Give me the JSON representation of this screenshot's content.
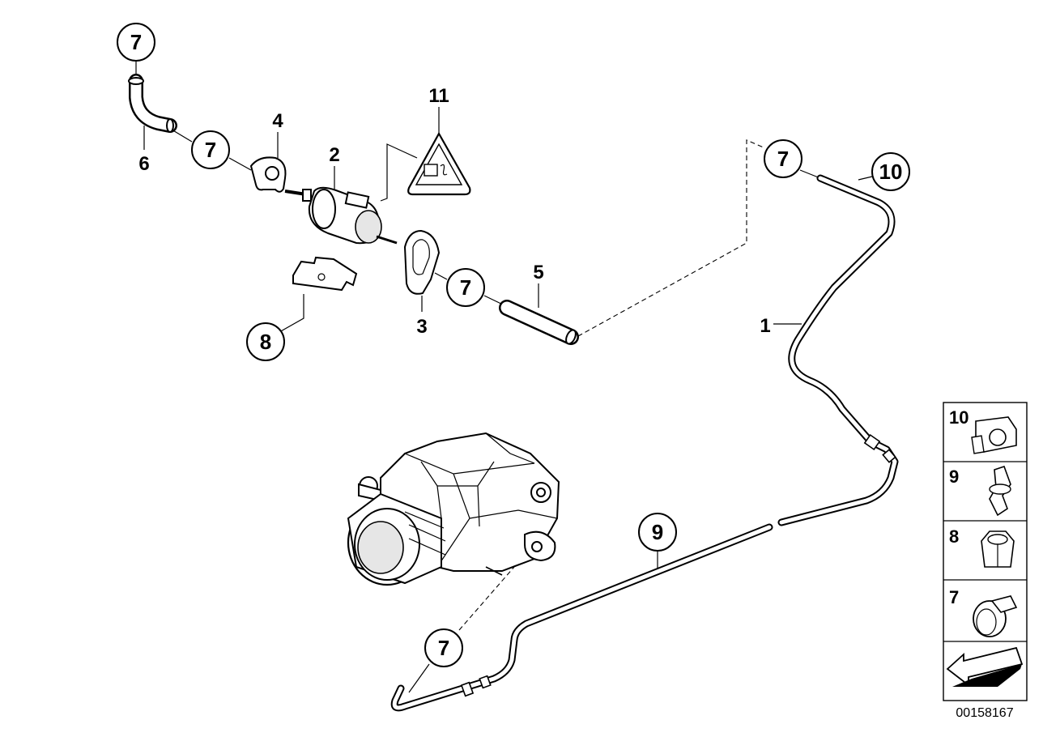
{
  "diagram": {
    "callouts": [
      {
        "id": "c7a",
        "label": "7"
      },
      {
        "id": "c7b",
        "label": "7"
      },
      {
        "id": "c7c",
        "label": "7"
      },
      {
        "id": "c7d",
        "label": "7"
      },
      {
        "id": "c7e",
        "label": "7"
      },
      {
        "id": "c8",
        "label": "8"
      },
      {
        "id": "c9",
        "label": "9"
      },
      {
        "id": "c10",
        "label": "10"
      }
    ],
    "labels": {
      "l1": "1",
      "l2": "2",
      "l3": "3",
      "l4": "4",
      "l5": "5",
      "l6": "6",
      "l11": "11"
    },
    "legend": [
      {
        "label": "10",
        "icon": "clip-holder-icon"
      },
      {
        "label": "9",
        "icon": "hose-clip-icon"
      },
      {
        "label": "8",
        "icon": "hex-nut-icon"
      },
      {
        "label": "7",
        "icon": "hose-clamp-icon"
      }
    ],
    "document_number": "00158167"
  }
}
